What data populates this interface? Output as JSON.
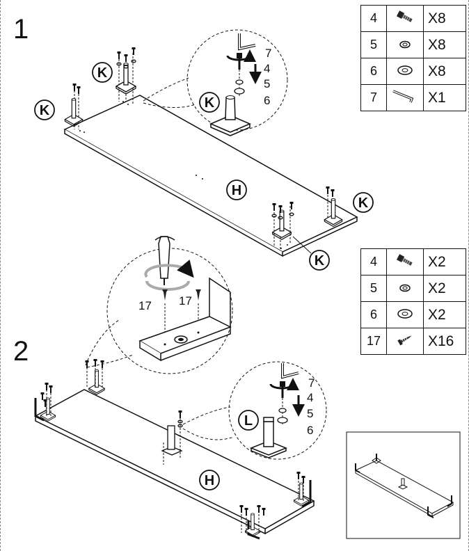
{
  "steps": [
    {
      "number": "1",
      "parts": [
        {
          "id": "4",
          "icon": "screw-icon",
          "qty": "X8"
        },
        {
          "id": "5",
          "icon": "small-washer-icon",
          "qty": "X8"
        },
        {
          "id": "6",
          "icon": "large-washer-icon",
          "qty": "X8"
        },
        {
          "id": "7",
          "icon": "allen-key-icon",
          "qty": "X1"
        }
      ],
      "board_label": "H",
      "leg_label": "K",
      "detail_leg_label": "K",
      "detail_numbers": [
        "7",
        "4",
        "5",
        "6"
      ]
    },
    {
      "number": "2",
      "parts": [
        {
          "id": "4",
          "icon": "screw-icon",
          "qty": "X2"
        },
        {
          "id": "5",
          "icon": "small-washer-icon",
          "qty": "X2"
        },
        {
          "id": "6",
          "icon": "large-washer-icon",
          "qty": "X2"
        },
        {
          "id": "17",
          "icon": "wood-screw-icon",
          "qty": "X16"
        }
      ],
      "board_label": "H",
      "detail_leg_label": "L",
      "detail_numbers": [
        "7",
        "4",
        "5",
        "6"
      ],
      "screw_labels": [
        "17",
        "17"
      ]
    }
  ]
}
